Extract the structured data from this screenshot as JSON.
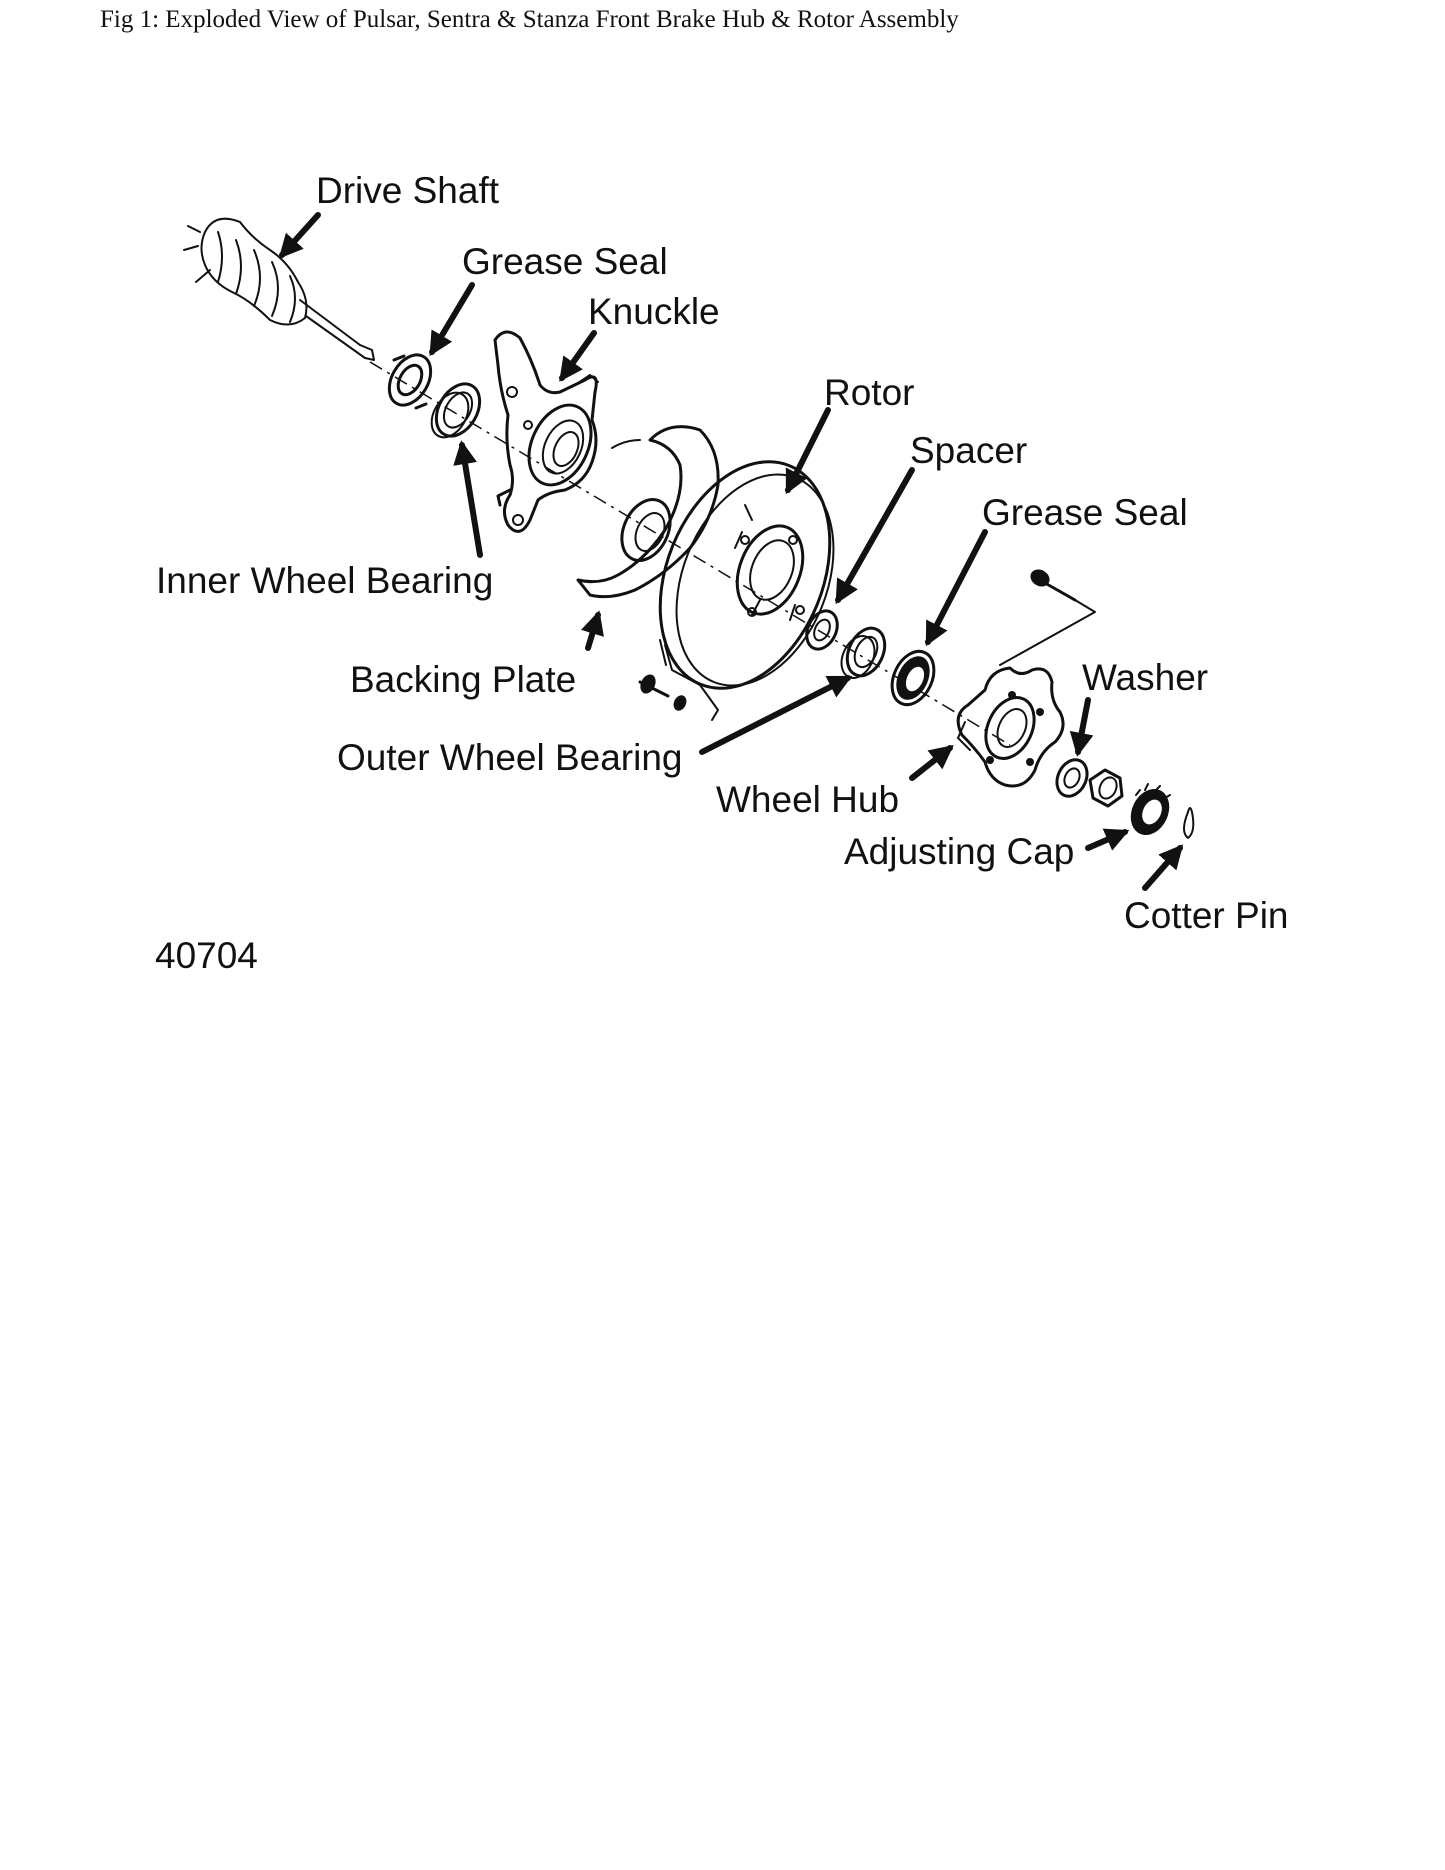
{
  "caption": "Fig 1: Exploded View of Pulsar, Sentra & Stanza Front Brake Hub & Rotor Assembly",
  "labels": {
    "drive_shaft": "Drive Shaft",
    "grease_seal_inner": "Grease Seal",
    "knuckle": "Knuckle",
    "rotor": "Rotor",
    "spacer": "Spacer",
    "grease_seal_outer": "Grease Seal",
    "inner_wheel_bearing": "Inner Wheel Bearing",
    "backing_plate": "Backing Plate",
    "outer_wheel_bearing": "Outer Wheel Bearing",
    "wheel_hub": "Wheel Hub",
    "washer": "Washer",
    "adjusting_cap": "Adjusting Cap",
    "cotter_pin": "Cotter Pin"
  },
  "figure_number": "40704"
}
